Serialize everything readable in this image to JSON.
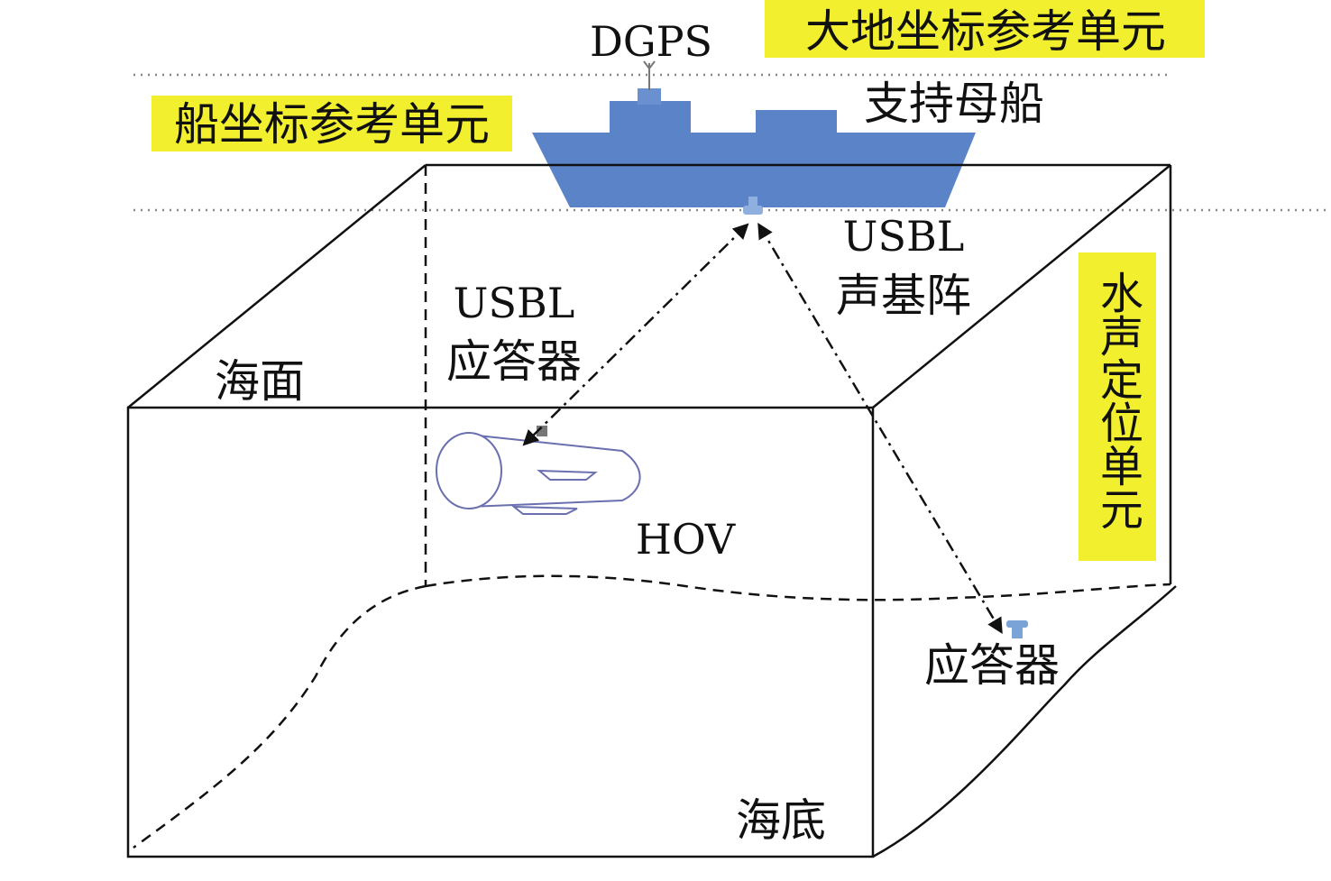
{
  "labels": {
    "dgps": "DGPS",
    "geodetic_unit": "大地坐标参考单元",
    "ship_unit": "船坐标参考单元",
    "support_ship": "支持母船",
    "usbl_array_line1": "USBL",
    "usbl_array_line2": "声基阵",
    "usbl_transponder_line1": "USBL",
    "usbl_transponder_line2": "应答器",
    "acoustic_unit": "水声定位单元",
    "sea_surface": "海面",
    "hov": "HOV",
    "transponder": "应答器",
    "seabed": "海底"
  },
  "colors": {
    "highlight": "#f2f02e",
    "ship": "#5b83c8",
    "ship_light": "#7aa3d8",
    "line": "#111111",
    "dotted": "#888888",
    "hov_outline": "#6a6fb0"
  }
}
